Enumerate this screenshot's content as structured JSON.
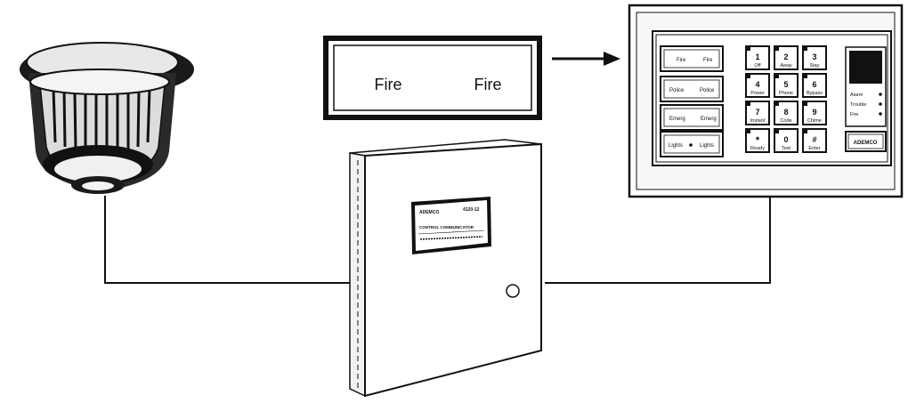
{
  "fire_bell_panel": {
    "left_label": "Fire",
    "right_label": "Fire"
  },
  "keypad": {
    "zone_buttons": [
      {
        "left": "Fire",
        "right": "Fire"
      },
      {
        "left": "Police",
        "right": "Police"
      },
      {
        "left": "Emerg",
        "right": "Emerg"
      },
      {
        "left": "Lights",
        "right": "Lights"
      }
    ],
    "keys": [
      {
        "symbol": "1",
        "label": "Off"
      },
      {
        "symbol": "2",
        "label": "Away"
      },
      {
        "symbol": "3",
        "label": "Stay"
      },
      {
        "symbol": "4",
        "label": "Power"
      },
      {
        "symbol": "5",
        "label": "Phone"
      },
      {
        "symbol": "6",
        "label": "Bypass"
      },
      {
        "symbol": "7",
        "label": "Instant"
      },
      {
        "symbol": "8",
        "label": "Code"
      },
      {
        "symbol": "9",
        "label": "Chime"
      },
      {
        "symbol": "*",
        "label": "Ready"
      },
      {
        "symbol": "0",
        "label": "Test"
      },
      {
        "symbol": "#",
        "label": "Enter"
      }
    ],
    "status": {
      "alarm": "Alarm",
      "trouble": "Trouble",
      "fire": "Fire"
    },
    "brand": "ADEMCO"
  },
  "control_box": {
    "brand": "ADEMCO",
    "model": "4120-12",
    "title": "CONTROL COMMUNICATOR"
  }
}
